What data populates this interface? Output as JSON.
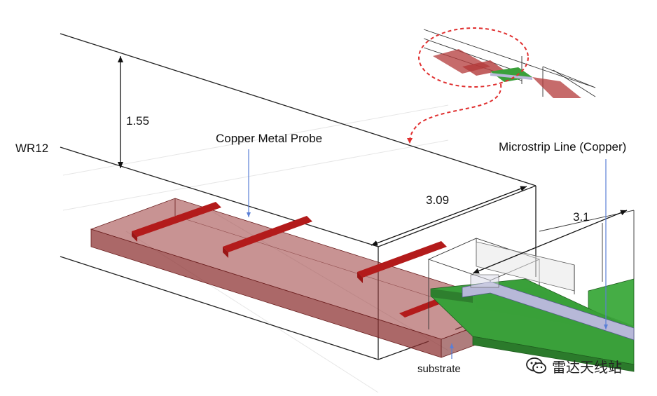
{
  "labels": {
    "wr12": "WR12",
    "dim_height": "1.55",
    "dim_width": "3.09",
    "dim_microstrip": "3.1",
    "copper_probe": "Copper Metal Probe",
    "microstrip": "Microstrip Line (Copper)",
    "substrate": "substrate"
  },
  "watermark": {
    "text": "雷达天线站",
    "icon": "wechat-icon"
  },
  "colors": {
    "probe_fill": "#9b3a3a",
    "probe_dark": "#b31b1b",
    "substrate": "#3a9a3a",
    "microstrip": "#b7b8d8",
    "leader_line": "#5a7fd6",
    "callout": "#e03030",
    "outline": "#222222"
  }
}
